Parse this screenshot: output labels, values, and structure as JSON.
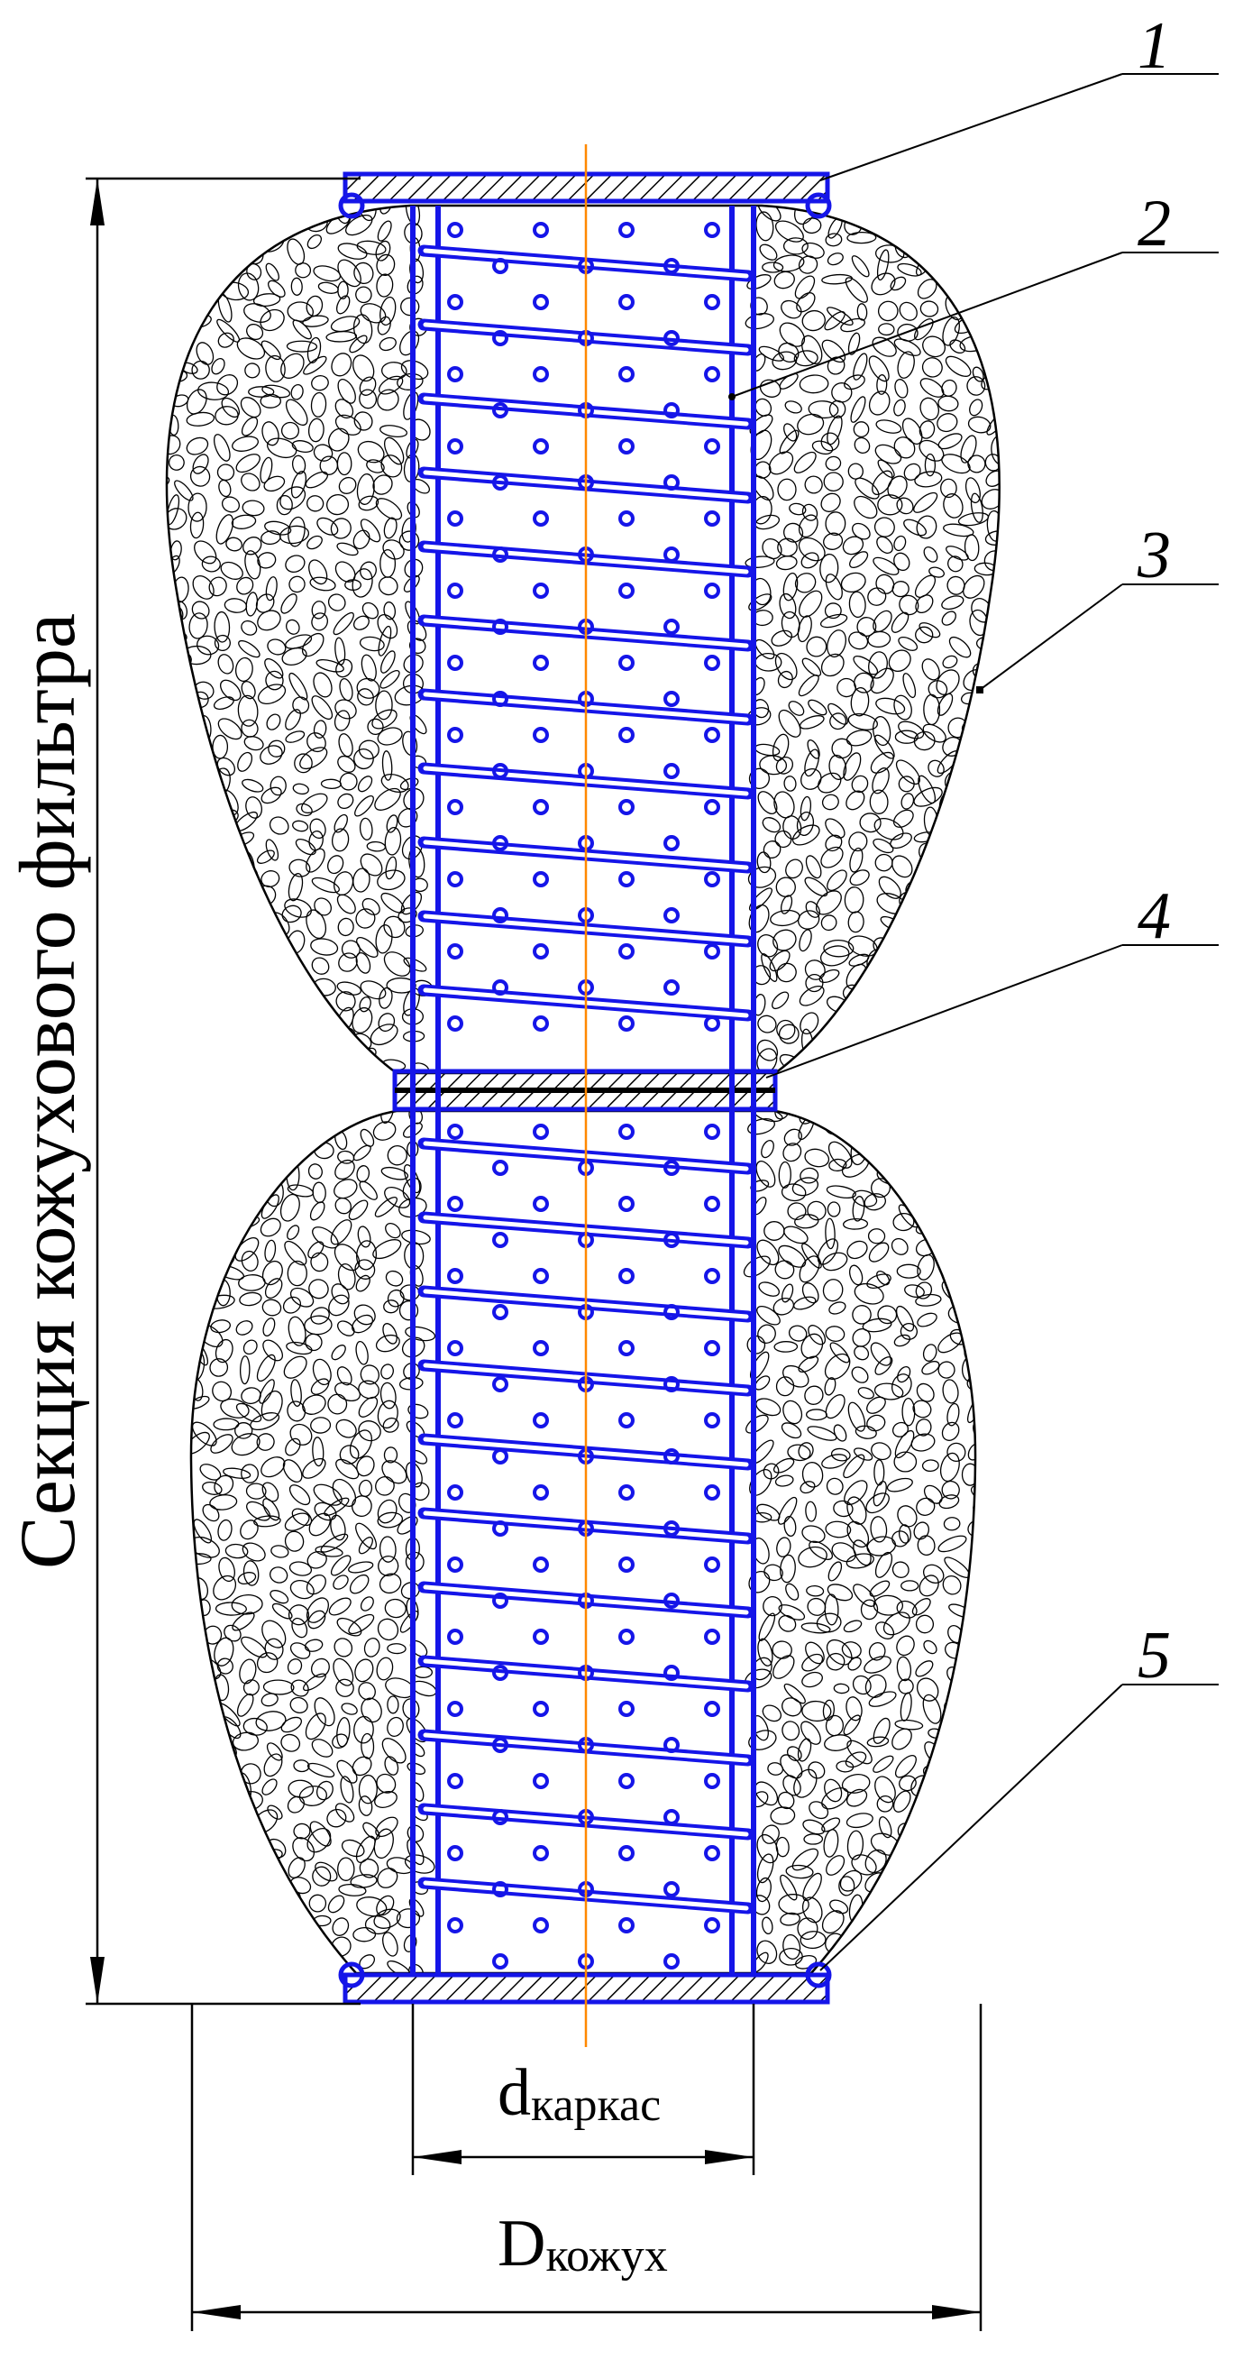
{
  "diagram": {
    "title_vertical": "Секция кожухового фильтра",
    "callouts": [
      "1",
      "2",
      "3",
      "4",
      "5"
    ],
    "dimensions": {
      "inner": {
        "main": "d",
        "sub": "каркас"
      },
      "outer": {
        "main": "D",
        "sub": "кожух"
      }
    }
  },
  "colors": {
    "frame": "#1515e8",
    "line": "#000000",
    "axis": "#ff8800",
    "gravel": "#000000"
  }
}
